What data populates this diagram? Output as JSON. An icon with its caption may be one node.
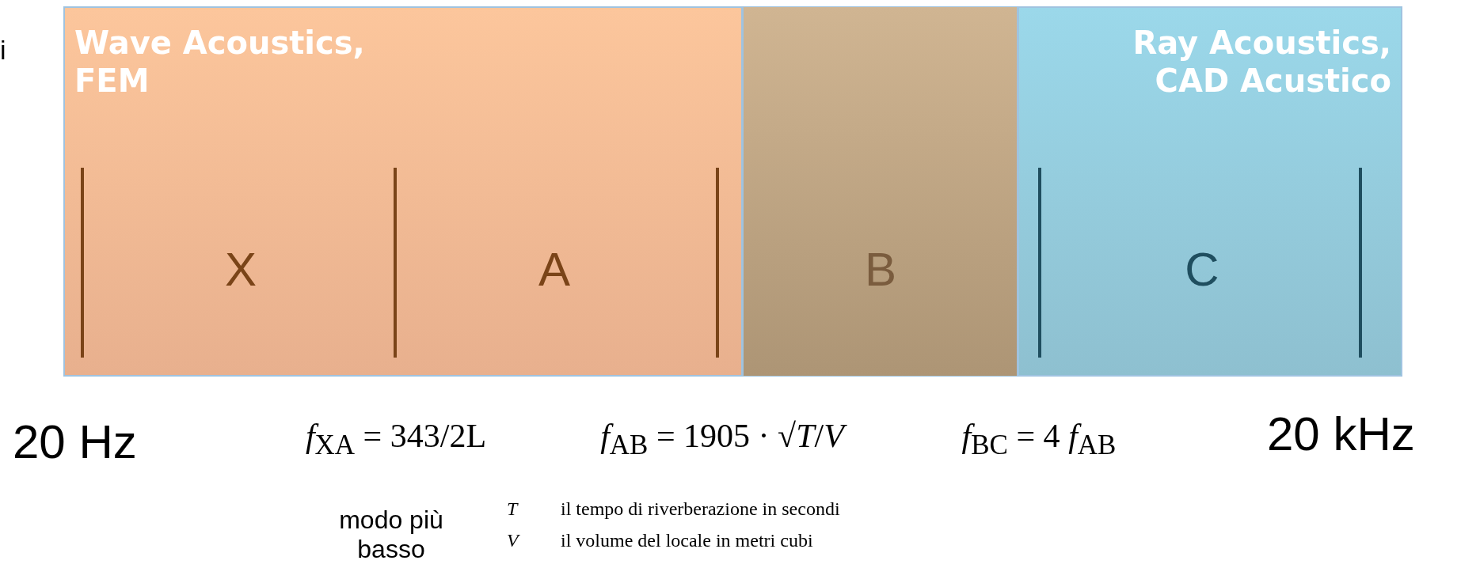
{
  "diagram": {
    "nodes": [
      {
        "text": [
          "Wave Acoustics, FEM"
        ]
      },
      {
        "text": [
          "Ray Acoustics, CAD Acustico"
        ]
      }
    ],
    "edges": [],
    "labels": [
      "i",
      "X",
      "A",
      "B",
      "C",
      "20 Hz",
      "*f*$_{XA}$ = 343/2L",
      "*f*$_{AB}$ = 1905 · √*T*/*V*",
      "*f*$_{BC}$ = 4 *f*$_{AB}$",
      "20 kHz",
      "modo più basso",
      "*T*",
      "il tempo di riverberazione in secondi",
      "*V*",
      "il volume del locale in metri cubi"
    ]
  }
}
